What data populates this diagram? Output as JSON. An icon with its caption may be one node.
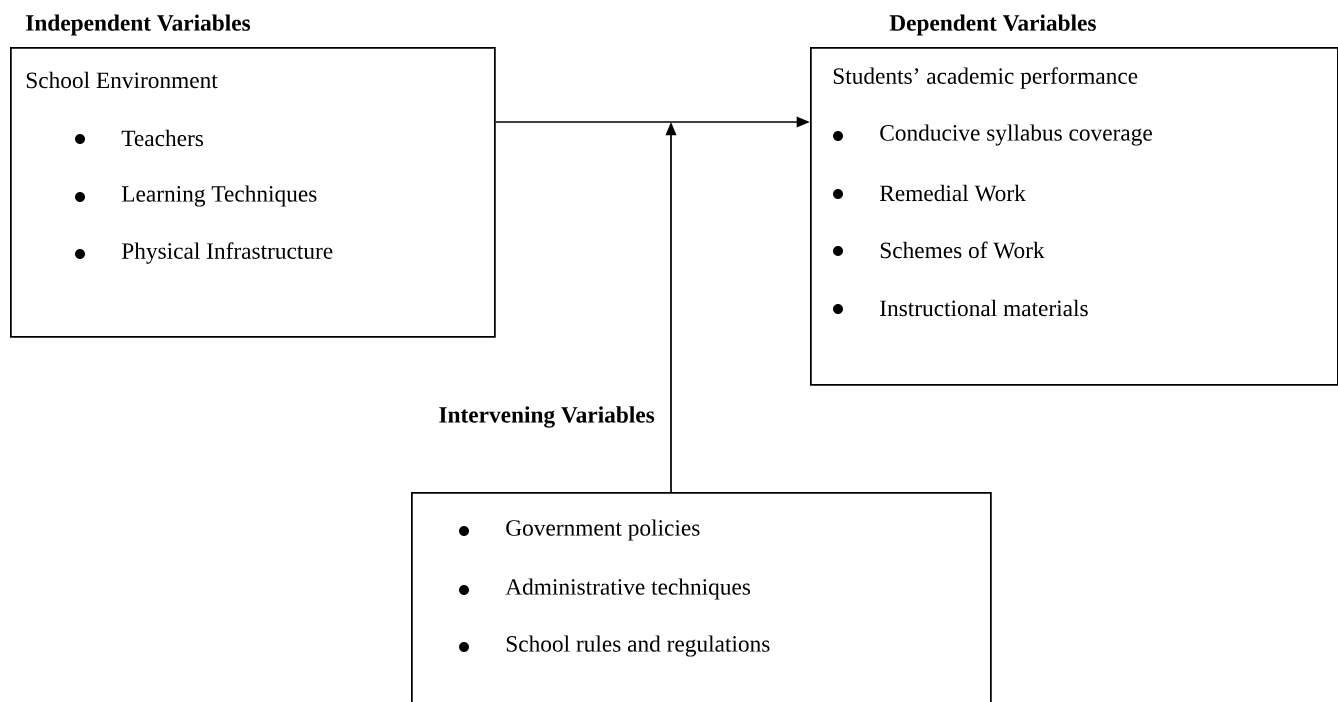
{
  "diagram": {
    "nodes": [
      {
        "text": [
          "Independent Variables",
          "School Environment",
          "Teachers",
          "Learning Techniques",
          "Physical Infrastructure"
        ]
      },
      {
        "text": [
          "Dependent Variables",
          "Students’ academic performance",
          "Conducive syllabus coverage",
          "Remedial Work",
          "Schemes of Work",
          "Instructional materials"
        ]
      },
      {
        "text": [
          "Intervening Variables",
          "Government policies",
          "Administrative techniques",
          "School rules and regulations"
        ]
      }
    ],
    "edges": [
      {
        "from": 0,
        "to": 1,
        "arrow": "to"
      },
      {
        "from": 2,
        "to": null,
        "arrow": "to"
      }
    ]
  }
}
